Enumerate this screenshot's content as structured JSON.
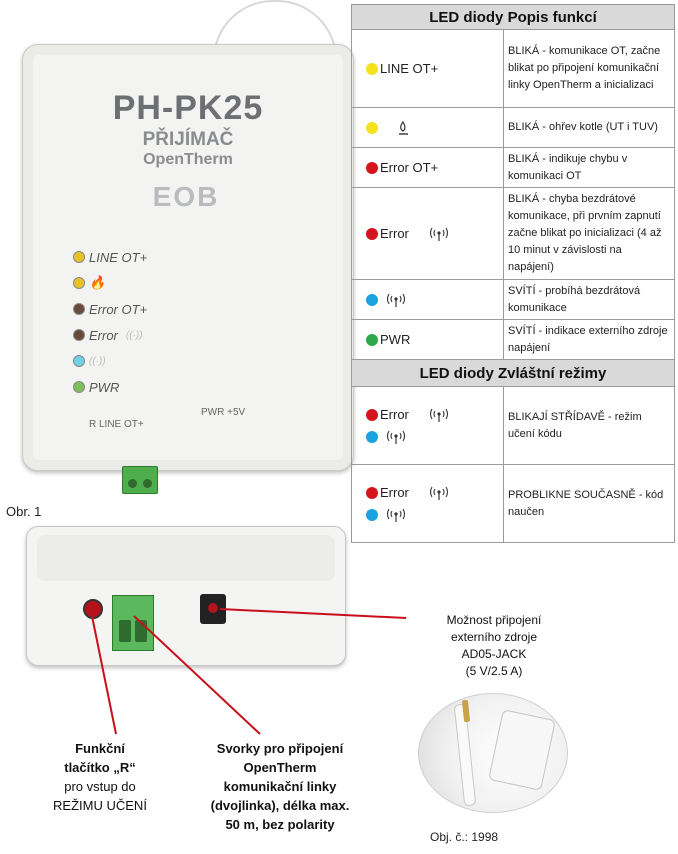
{
  "device": {
    "model": "PH-PK25",
    "line1": "PŘIJÍMAČ",
    "line2": "OpenTherm",
    "logo": "EOB",
    "leds": [
      {
        "label": "LINE OT+",
        "color": "#e9c229"
      },
      {
        "label": "",
        "color": "#e9c229",
        "icon": "flame-icon"
      },
      {
        "label": "Error OT+",
        "color": "#6a4a3c"
      },
      {
        "label": "Error",
        "color": "#6a4a3c",
        "icon": "antenna-icon"
      },
      {
        "label": "",
        "color": "#6fd0e8",
        "icon": "antenna-icon"
      },
      {
        "label": "PWR",
        "color": "#7fbf5a"
      }
    ],
    "footer_left": "R   LINE OT+",
    "footer_right": "PWR +5V"
  },
  "caption": "Obr. 1",
  "labels": {
    "button": [
      "Funkční",
      "tlačítko „R“",
      "pro vstup do",
      "REŽIMU UČENÍ"
    ],
    "terminals": [
      "Svorky pro připojení",
      "OpenTherm",
      "komunikační linky",
      "(dvojlinka), délka max.",
      "50 m, bez polarity"
    ],
    "power": [
      "Možnost připojení",
      "externího zdroje",
      "AD05-JACK",
      "(5 V/2.5 A)"
    ],
    "order": "Obj. č.: 1998"
  },
  "table": {
    "header1": "LED diody Popis funkcí",
    "rows": [
      {
        "dots": [
          "y"
        ],
        "label": "LINE OT+",
        "icon": "",
        "desc": "BLIKÁ - komunikace OT, začne blikat po připojení komunikační linky OpenTherm a inicializaci"
      },
      {
        "dots": [
          "y"
        ],
        "label": "",
        "icon": "flame-icon",
        "desc": "BLIKÁ - ohřev kotle (UT i TUV)"
      },
      {
        "dots": [
          "r"
        ],
        "label": "Error OT+",
        "icon": "",
        "desc": "BLIKÁ - indikuje chybu v komunikaci OT"
      },
      {
        "dots": [
          "r"
        ],
        "label": "Error",
        "icon": "antenna-icon",
        "desc": "BLIKÁ - chyba bezdrátové komunikace, při prvním zapnutí začne blikat po inicializaci (4 až 10 minut v závislosti na napájení)"
      },
      {
        "dots": [
          "b"
        ],
        "label": "",
        "icon": "antenna-icon",
        "desc": "SVÍTÍ - probíhá bezdrátová komunikace"
      },
      {
        "dots": [
          "g"
        ],
        "label": "PWR",
        "icon": "",
        "desc": "SVÍTÍ - indikace externího zdroje napájení"
      }
    ],
    "header2": "LED diody Zvláštní režimy",
    "special": [
      {
        "desc": "BLIKAJÍ STŘÍDAVĚ - režim učení kódu"
      },
      {
        "desc": "PROBLIKNE SOUČASNĚ - kód naučen"
      }
    ],
    "error_label": "Error"
  }
}
